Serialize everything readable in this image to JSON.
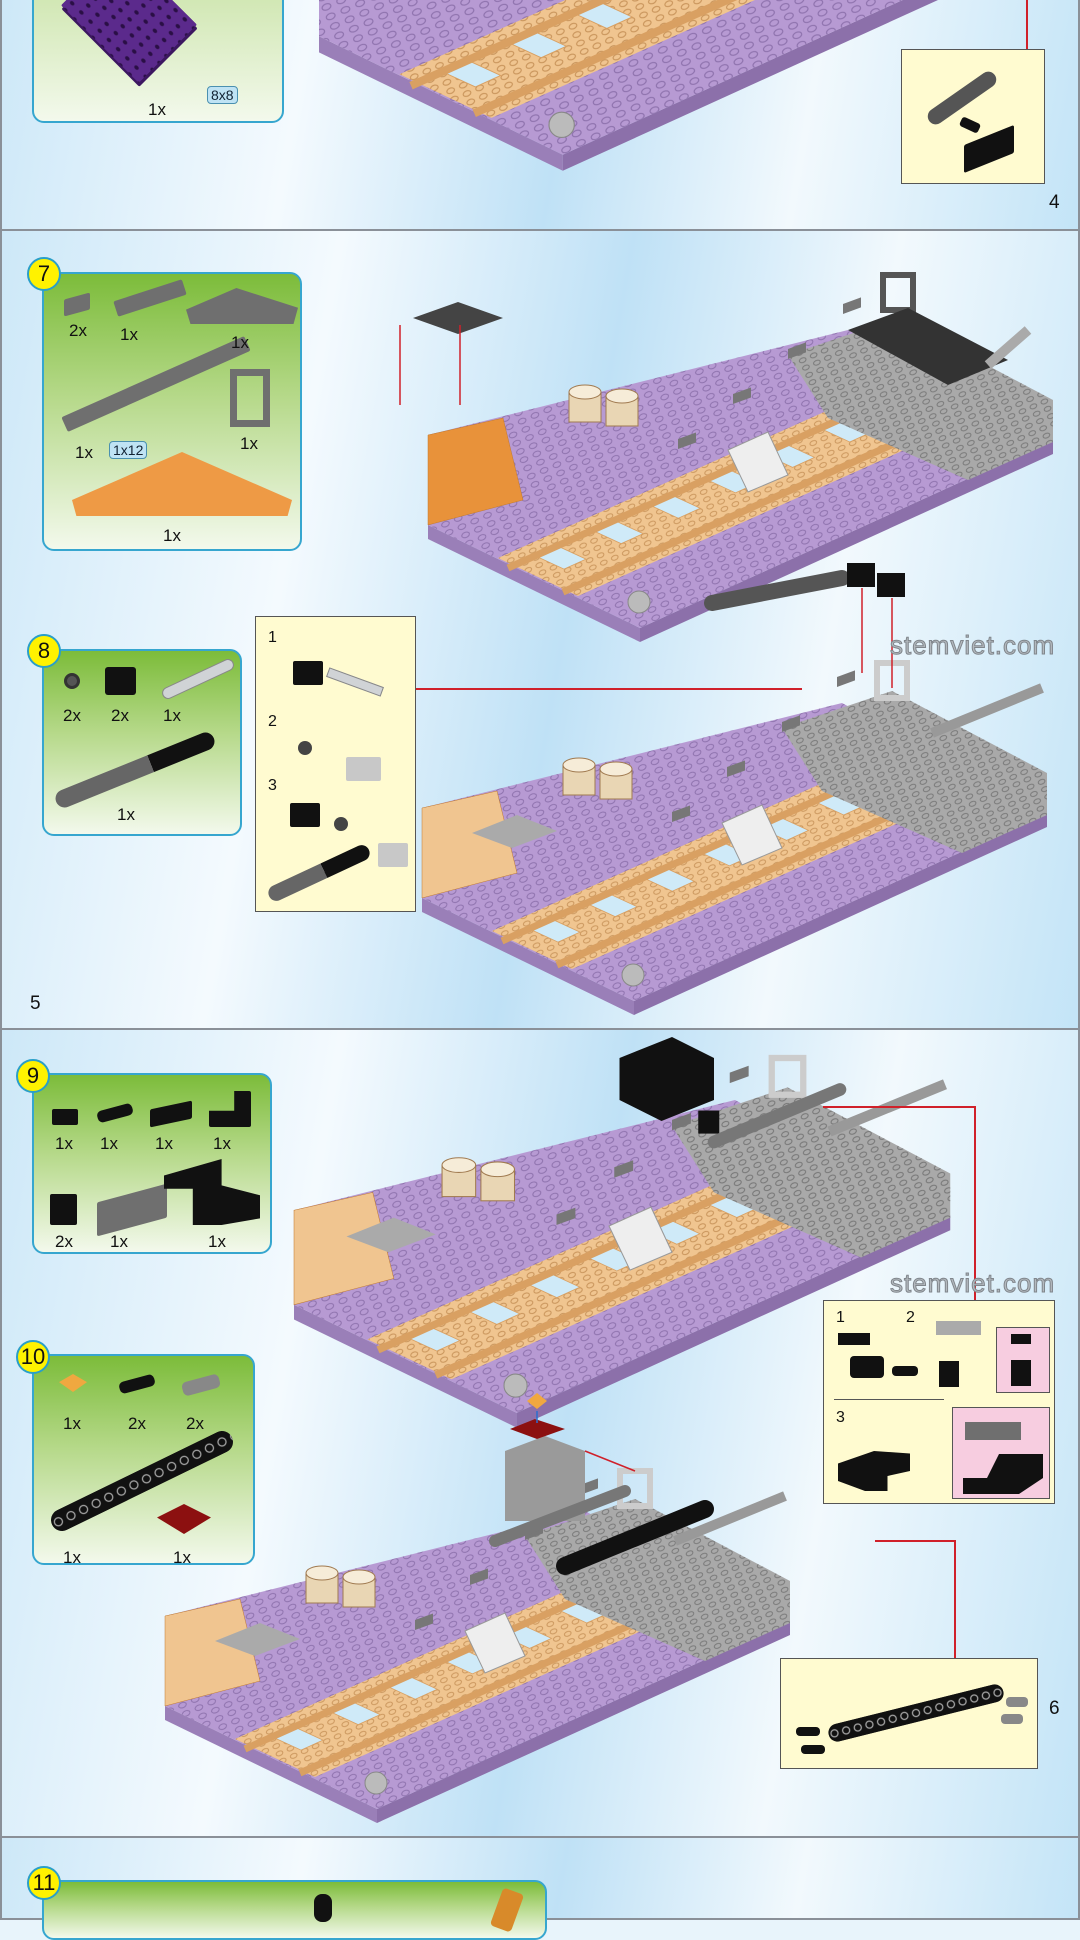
{
  "pages": [
    {
      "number": "4"
    },
    {
      "number": "5"
    },
    {
      "number": "6"
    }
  ],
  "watermark": "stemviet.com",
  "steps": {
    "s6": {
      "parts": [
        {
          "count": "1x",
          "size": "8x8"
        }
      ]
    },
    "s7": {
      "number": "7",
      "parts": [
        {
          "count": "2x"
        },
        {
          "count": "1x"
        },
        {
          "count": "1x"
        },
        {
          "count": "1x",
          "size": "1x12"
        },
        {
          "count": "1x"
        },
        {
          "count": "1x"
        }
      ]
    },
    "s8": {
      "number": "8",
      "parts": [
        {
          "count": "2x"
        },
        {
          "count": "2x"
        },
        {
          "count": "1x"
        },
        {
          "count": "1x"
        }
      ],
      "substeps": [
        "1",
        "2",
        "3"
      ]
    },
    "s9": {
      "number": "9",
      "parts": [
        {
          "count": "1x"
        },
        {
          "count": "1x"
        },
        {
          "count": "1x"
        },
        {
          "count": "1x"
        },
        {
          "count": "2x"
        },
        {
          "count": "1x"
        },
        {
          "count": "1x"
        }
      ],
      "substeps": [
        "1",
        "2",
        "3"
      ]
    },
    "s10": {
      "number": "10",
      "parts": [
        {
          "count": "1x"
        },
        {
          "count": "2x"
        },
        {
          "count": "2x"
        },
        {
          "count": "1x"
        },
        {
          "count": "1x"
        }
      ]
    },
    "s11": {
      "number": "11"
    }
  },
  "colors": {
    "purple_base": "#b79ad3",
    "purple_plate": "#5b2a8c",
    "track": "#f0c590",
    "parts_box_border": "#36a6cf",
    "badge": "#fff200",
    "arrow": "#d0202a",
    "callout": "#fffbd0"
  }
}
